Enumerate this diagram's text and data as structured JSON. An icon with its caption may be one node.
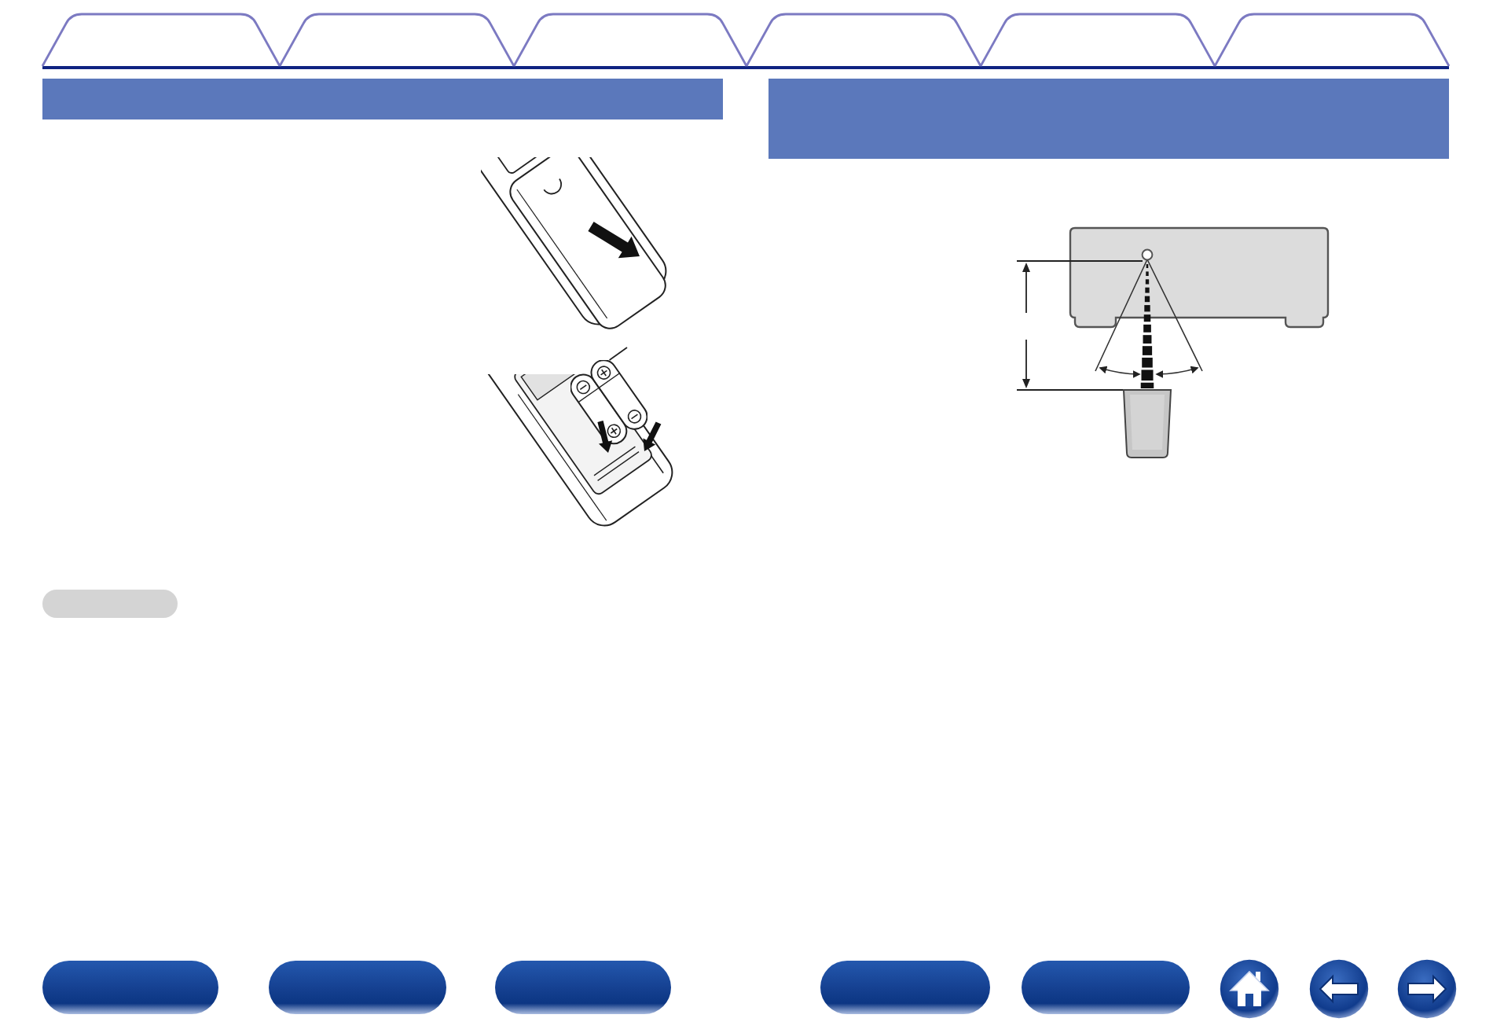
{
  "diagram": {
    "nodes": [
      {
        "text": [],
        "shape": "tab"
      },
      {
        "text": [],
        "shape": "tab"
      },
      {
        "text": [],
        "shape": "tab"
      },
      {
        "text": [],
        "shape": "tab"
      },
      {
        "text": [],
        "shape": "tab"
      },
      {
        "text": [],
        "shape": "tab"
      },
      {
        "text": [],
        "shape": "bar"
      },
      {
        "text": [],
        "shape": "bar"
      },
      {
        "text": [],
        "shape": "picture"
      },
      {
        "text": [],
        "shape": "bar"
      }
    ],
    "edges": [
      {
        "from": null,
        "to": 8,
        "arrow": "none"
      }
    ]
  }
}
